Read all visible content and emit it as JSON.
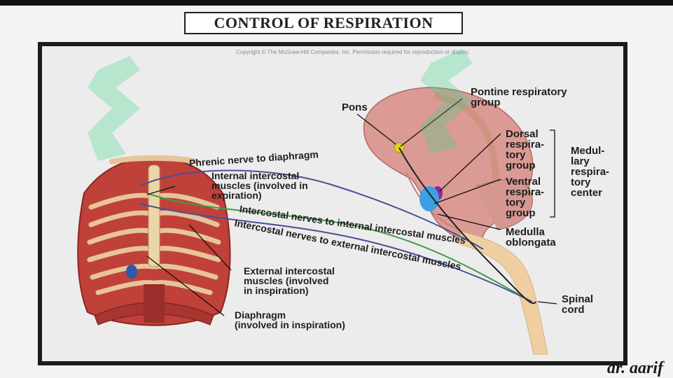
{
  "title": "CONTROL OF RESPIRATION",
  "copyright": "Copyright © The McGraw-Hill Companies, Inc. Permission required for reproduction or display.",
  "author": "dr. aarif",
  "labels": {
    "pons": "Pons",
    "pontine_group": "Pontine respiratory\ngroup",
    "dorsal_group": "Dorsal\nrespira-\ntory\ngroup",
    "ventral_group": "Ventral\nrespira-\ntory\ngroup",
    "medullary_center": "Medul-\nlary\nrespira-\ntory\ncenter",
    "medulla": "Medulla\noblongata",
    "spinal_cord": "Spinal\ncord",
    "phrenic_nerve": "Phrenic nerve to diaphragm",
    "internal_intercostal": "Internal intercostal\nmuscles (involved in\nexpiration)",
    "nerves_internal": "Intercostal nerves to internal intercostal muscles",
    "nerves_external": "Intercostal nerves to external intercostal muscles",
    "external_intercostal": "External intercostal\nmuscles (involved\nin inspiration)",
    "diaphragm": "Diaphragm\n(involved in inspiration)"
  },
  "colors": {
    "nerve_blue": "#4a4f9a",
    "nerve_green": "#3f9a4a",
    "muscle_red": "#b83a35",
    "brain_pink": "#dc9a95",
    "cord_tan": "#efcfa2",
    "watermark_green": "#2fd884"
  }
}
